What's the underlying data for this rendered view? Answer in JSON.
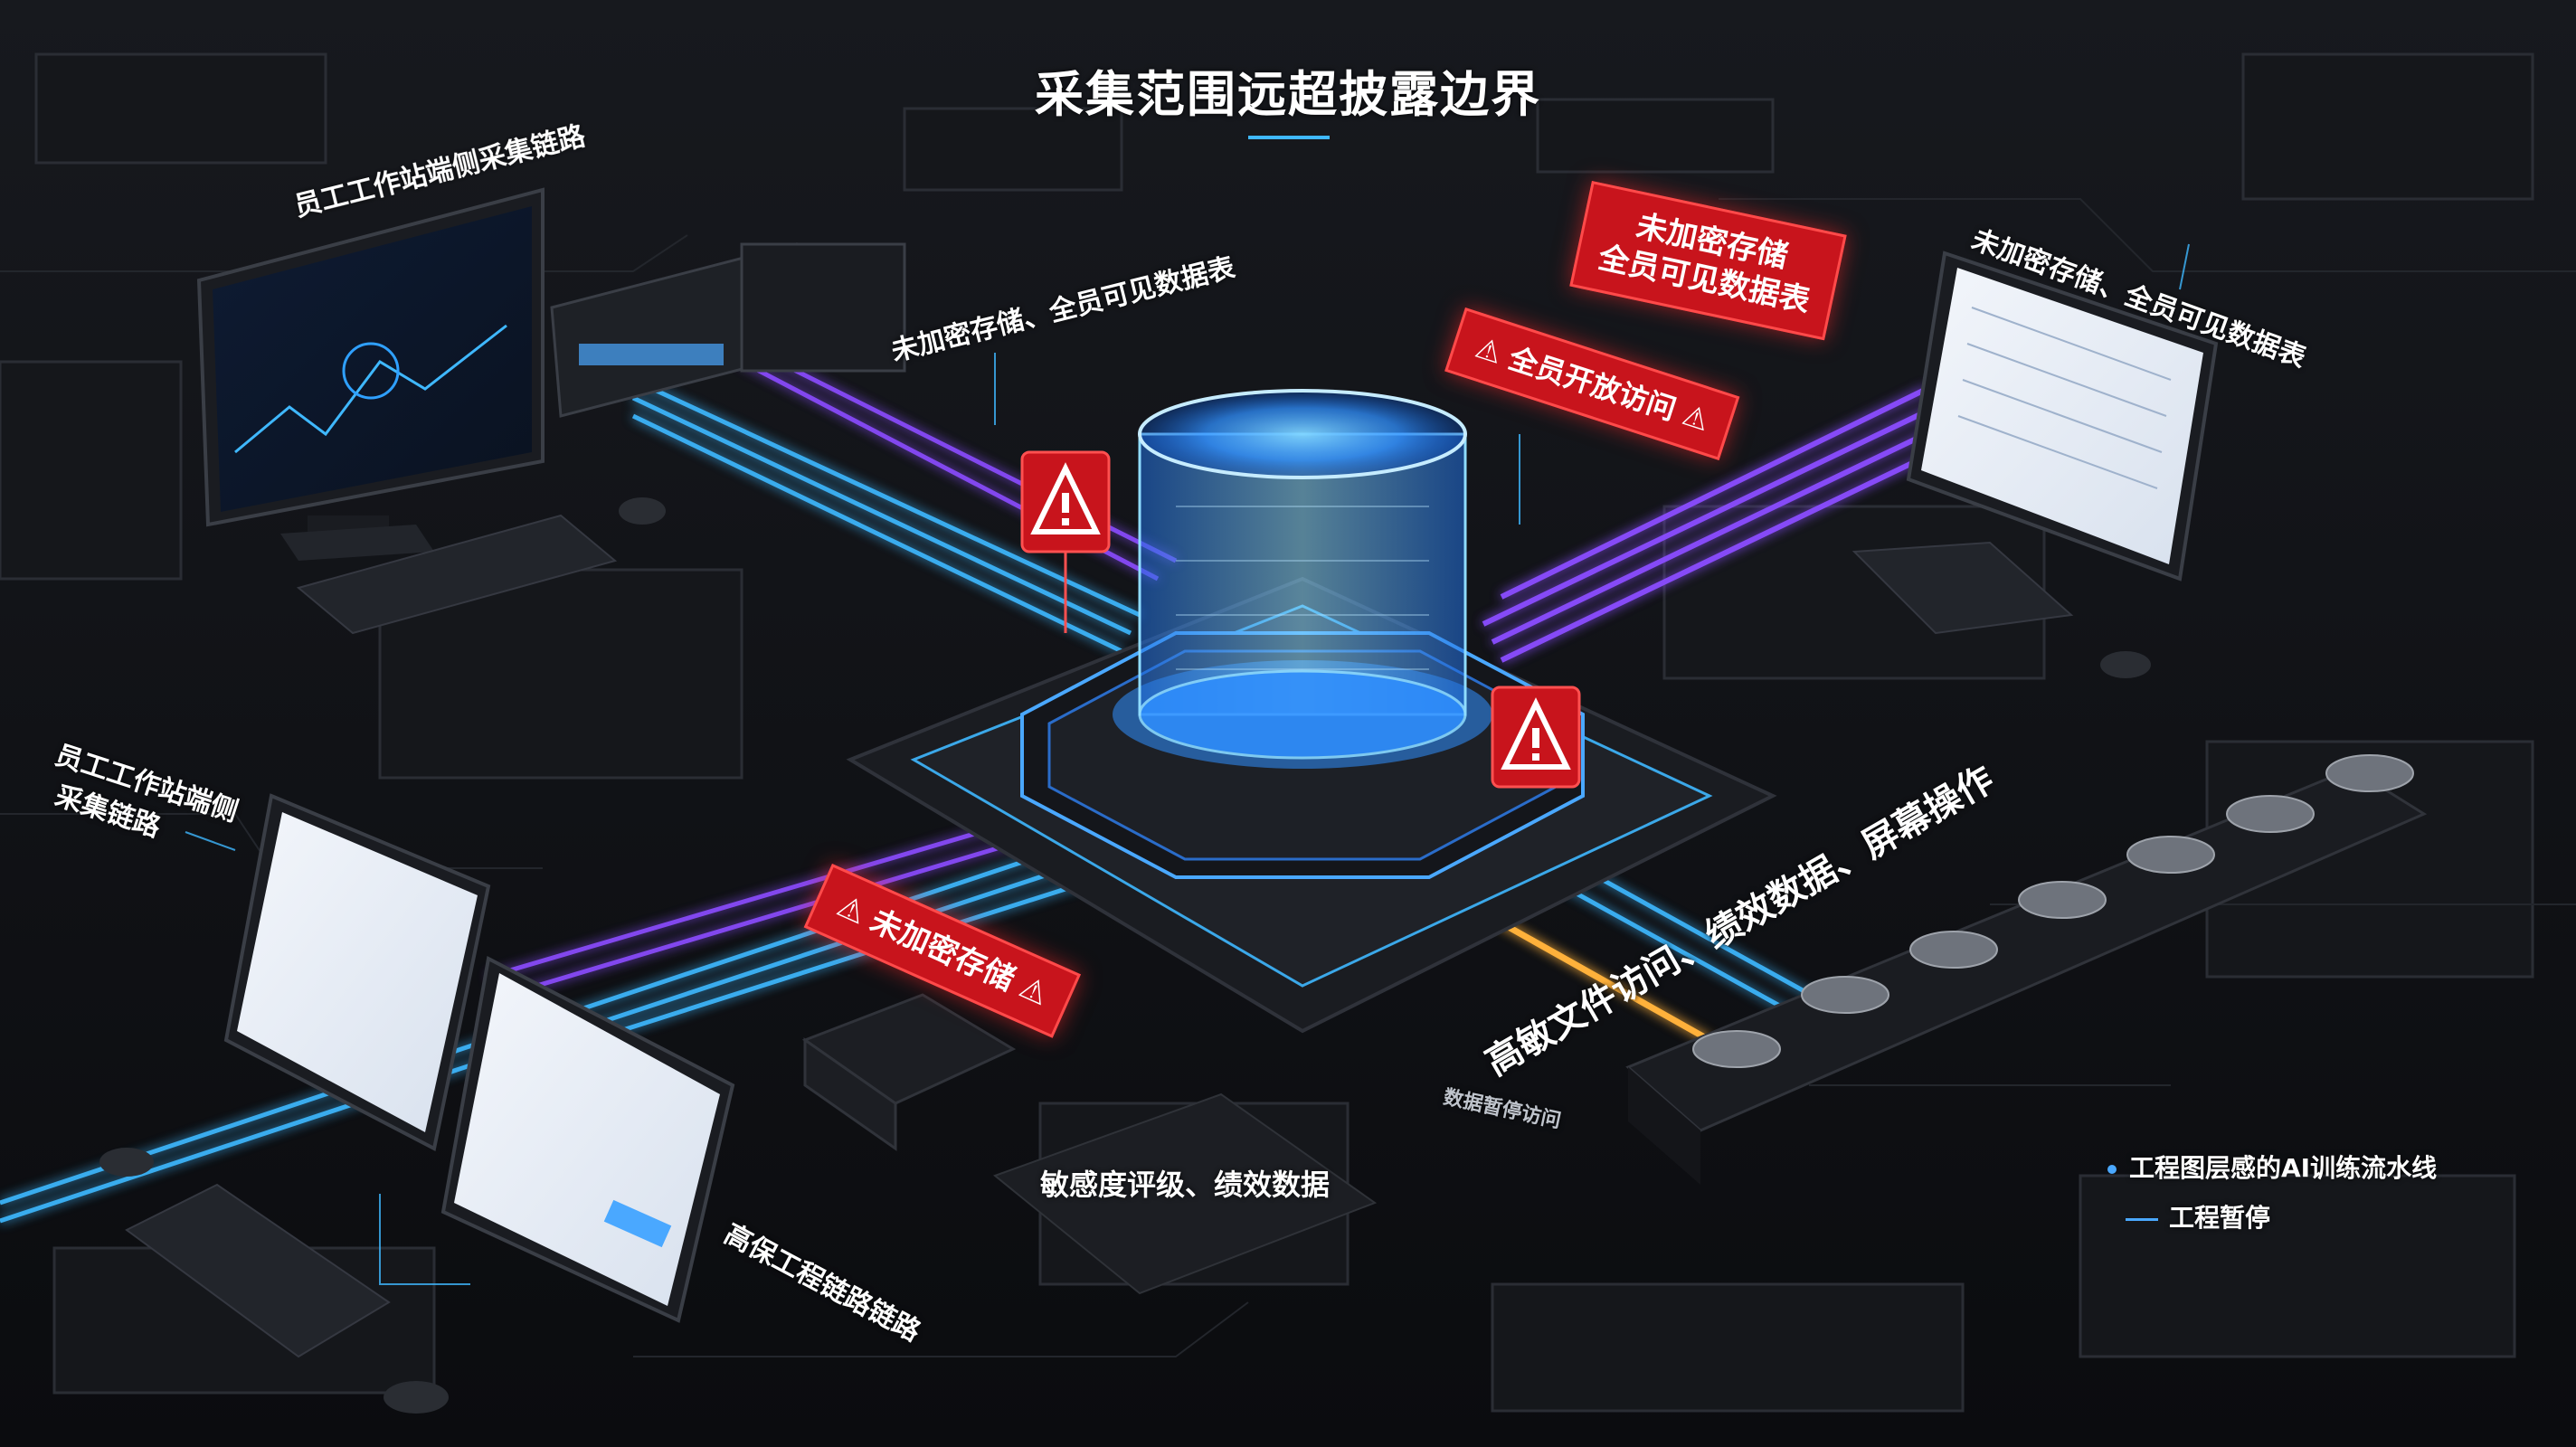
{
  "title": "采集范围远超披露边界",
  "labels": {
    "workstation_top": "员工工作站端侧采集链路",
    "workstation_left_1": "员工工作站端侧",
    "workstation_left_2": "采集链路",
    "unencrypted_center": "未加密存储、全员可见数据表",
    "unencrypted_right": "未加密存储、全员可见数据表",
    "sensitivity": "敏感度评级、绩效数据",
    "high_risk_link": "高保工程链路链路",
    "screen_ops": "高敏文件访问、绩效数据、屏幕操作",
    "small_panel": "数据暂停访问"
  },
  "red_tags": {
    "top_line1": "未加密存储",
    "top_line2": "全员可见数据表",
    "open_access": "全员开放访问",
    "unencrypted": "未加密存储"
  },
  "legend": {
    "pipeline": "工程图层感的AI训练流水线",
    "pause": "工程暂停"
  },
  "icons": [
    "warning-icon",
    "database-cylinder-icon",
    "monitor-icon",
    "keyboard-icon",
    "mouse-icon",
    "server-icon"
  ],
  "colors": {
    "background": "#0d0e11",
    "cyan": "#3fb8ff",
    "violet": "#8b4dff",
    "orange": "#ffb13a",
    "alert_red": "#c8141c"
  }
}
